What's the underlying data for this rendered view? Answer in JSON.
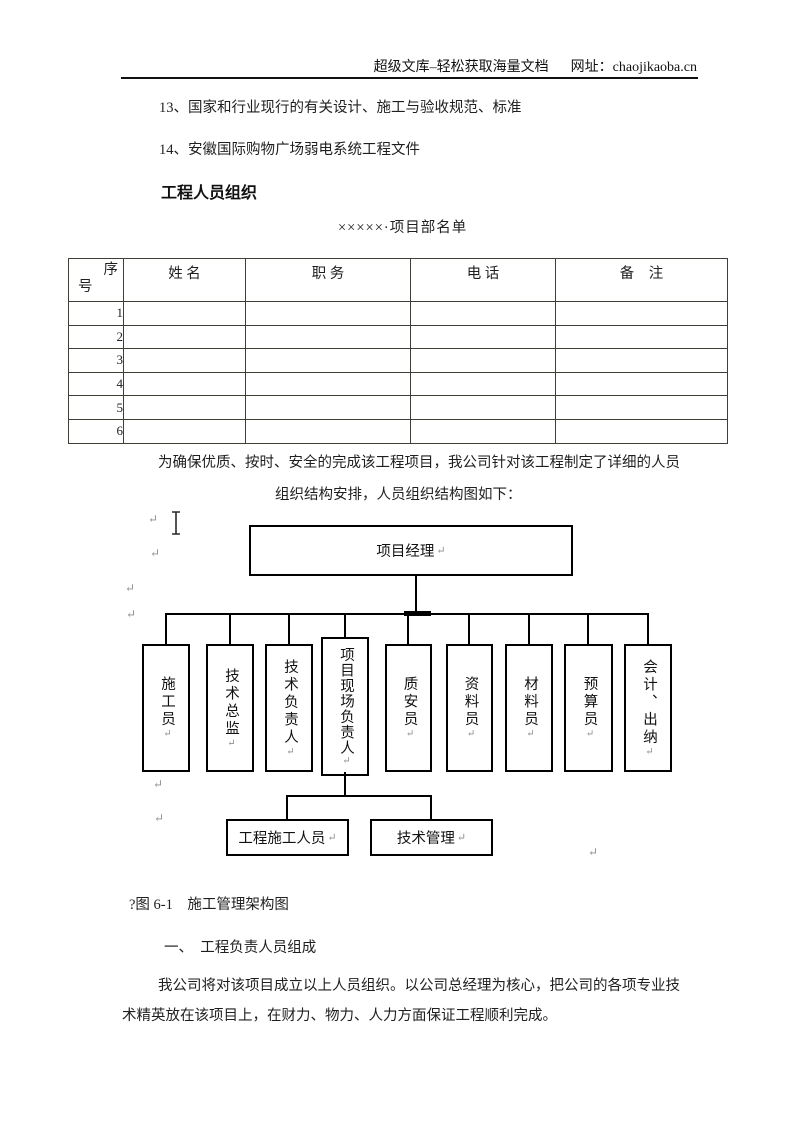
{
  "header": {
    "site": "超级文库–轻松获取海量文档",
    "url": "网址：chaojikaoba.cn"
  },
  "list": {
    "item13": "13、国家和行业现行的有关设计、施工与验收规范、标准",
    "item14": "14、安徽国际购物广场弱电系统工程文件"
  },
  "section_heading": "工程人员组织",
  "roster": {
    "title": "×××××·项目部名单"
  },
  "table": {
    "col1_header_line1": "序",
    "col1_header_line2": "号",
    "headers": [
      "姓 名",
      "职 务",
      "电 话",
      "备　注"
    ],
    "row_numbers": [
      "1",
      "2",
      "3",
      "4",
      "5",
      "6"
    ]
  },
  "intro": {
    "line1": "为确保优质、按时、安全的完成该工程项目，我公司针对该工程制定了详细的人员",
    "line2": "组织结构安排，人员组织结构图如下："
  },
  "org_chart": {
    "root": "项目经理",
    "children": [
      "施工员",
      "技术总监",
      "技术负责人",
      "项目现场负责人",
      "质安员",
      "资料员",
      "材料员",
      "预算员",
      "会计、出纳"
    ],
    "bottom": [
      "工程施工人员",
      "技术管理"
    ],
    "pilcrow": "↵"
  },
  "caption": "?图 6-1　施工管理架构图",
  "subheading": "一、　工程负责人员组成",
  "body": {
    "line1": "我公司将对该项目成立以上人员组织。以公司总经理为核心，把公司的各项专业技",
    "line2": "术精英放在该项目上，在财力、物力、人力方面保证工程顺利完成。"
  }
}
